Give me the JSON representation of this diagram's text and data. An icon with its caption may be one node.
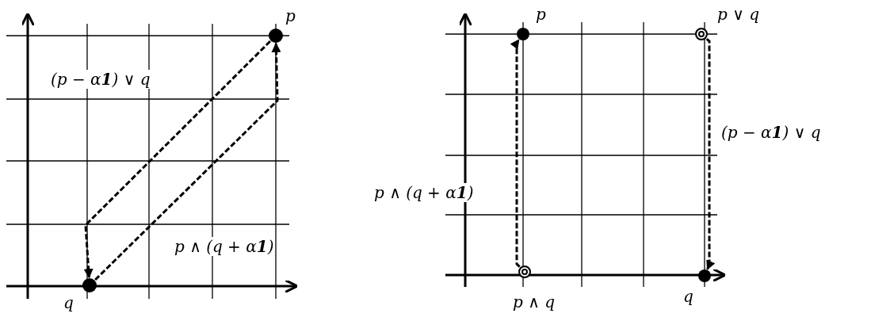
{
  "diagram": {
    "nodes": [
      {
        "text": [],
        "shape": "circle",
        "beside": [
          "p"
        ]
      },
      {
        "text": [],
        "shape": "circle",
        "beside": [
          "q"
        ]
      },
      {
        "text": [],
        "shape": "circle",
        "beside": [
          "p"
        ]
      },
      {
        "text": [],
        "shape": "ring",
        "beside": [
          "p ∨ q"
        ]
      },
      {
        "text": [],
        "shape": "ring",
        "beside": [
          "p ∧ q"
        ]
      },
      {
        "text": [],
        "shape": "circle",
        "beside": [
          "q"
        ]
      }
    ],
    "edges": [
      {
        "from": 0,
        "to": 1,
        "arrow": "to",
        "style": "dashed",
        "label": "(p − α**1**) ∨ q"
      },
      {
        "from": 1,
        "to": 0,
        "arrow": "to",
        "style": "dashed",
        "label": "p ∧ (q + α**1**)"
      },
      {
        "from": 4,
        "to": 2,
        "arrow": "to",
        "style": "dashed",
        "label": "p ∧ (q + α**1**)"
      },
      {
        "from": 3,
        "to": 5,
        "arrow": "to",
        "style": "dashed",
        "label": "(p − α**1**) ∨ q"
      }
    ]
  }
}
